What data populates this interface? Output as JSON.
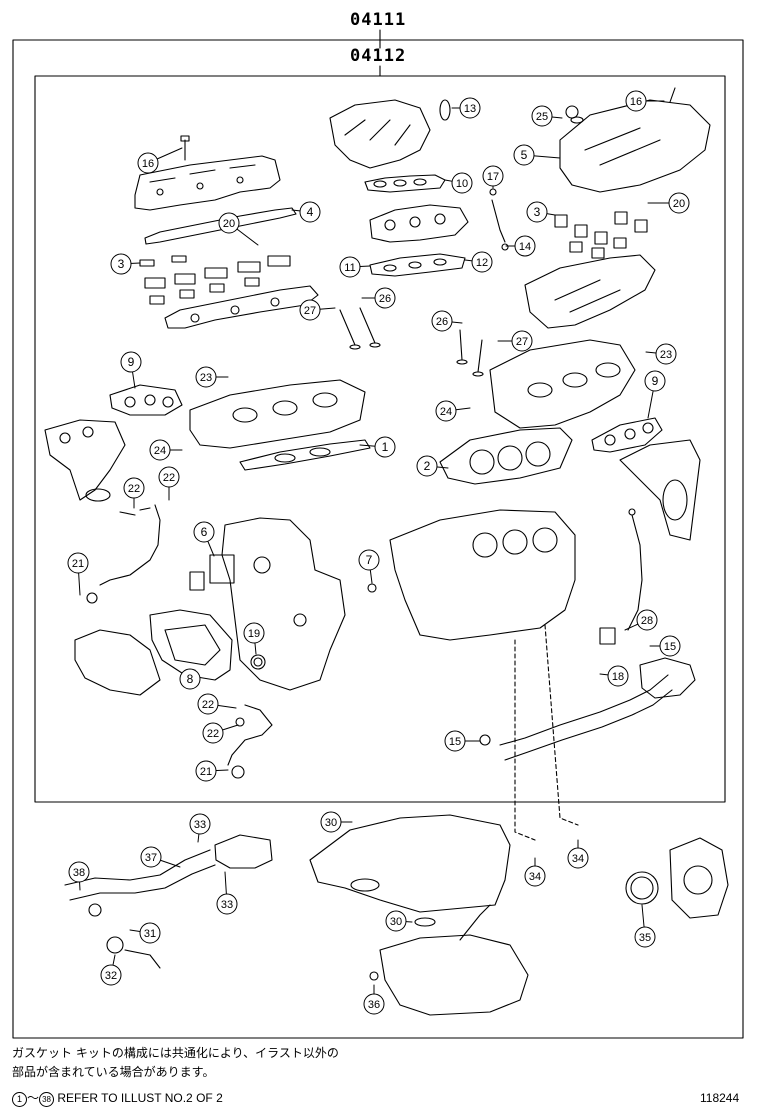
{
  "kits": {
    "outer_code": "04111",
    "inner_code": "04112"
  },
  "callouts": [
    {
      "id": "c1",
      "label": "1"
    },
    {
      "id": "c2",
      "label": "2"
    },
    {
      "id": "c3a",
      "label": "3"
    },
    {
      "id": "c3b",
      "label": "3"
    },
    {
      "id": "c4",
      "label": "4"
    },
    {
      "id": "c5",
      "label": "5"
    },
    {
      "id": "c6",
      "label": "6"
    },
    {
      "id": "c7",
      "label": "7"
    },
    {
      "id": "c8",
      "label": "8"
    },
    {
      "id": "c9a",
      "label": "9"
    },
    {
      "id": "c9b",
      "label": "9"
    },
    {
      "id": "c10",
      "label": "10"
    },
    {
      "id": "c11",
      "label": "11"
    },
    {
      "id": "c12",
      "label": "12"
    },
    {
      "id": "c13",
      "label": "13"
    },
    {
      "id": "c14",
      "label": "14"
    },
    {
      "id": "c15a",
      "label": "15"
    },
    {
      "id": "c15b",
      "label": "15"
    },
    {
      "id": "c16a",
      "label": "16"
    },
    {
      "id": "c16b",
      "label": "16"
    },
    {
      "id": "c17",
      "label": "17"
    },
    {
      "id": "c18",
      "label": "18"
    },
    {
      "id": "c19",
      "label": "19"
    },
    {
      "id": "c20a",
      "label": "20"
    },
    {
      "id": "c20b",
      "label": "20"
    },
    {
      "id": "c21a",
      "label": "21"
    },
    {
      "id": "c21b",
      "label": "21"
    },
    {
      "id": "c22a",
      "label": "22"
    },
    {
      "id": "c22b",
      "label": "22"
    },
    {
      "id": "c22c",
      "label": "22"
    },
    {
      "id": "c22d",
      "label": "22"
    },
    {
      "id": "c23a",
      "label": "23"
    },
    {
      "id": "c23b",
      "label": "23"
    },
    {
      "id": "c24a",
      "label": "24"
    },
    {
      "id": "c24b",
      "label": "24"
    },
    {
      "id": "c25",
      "label": "25"
    },
    {
      "id": "c26a",
      "label": "26"
    },
    {
      "id": "c26b",
      "label": "26"
    },
    {
      "id": "c27a",
      "label": "27"
    },
    {
      "id": "c27b",
      "label": "27"
    },
    {
      "id": "c28",
      "label": "28"
    },
    {
      "id": "c30a",
      "label": "30"
    },
    {
      "id": "c30b",
      "label": "30"
    },
    {
      "id": "c31",
      "label": "31"
    },
    {
      "id": "c32",
      "label": "32"
    },
    {
      "id": "c33a",
      "label": "33"
    },
    {
      "id": "c33b",
      "label": "33"
    },
    {
      "id": "c34a",
      "label": "34"
    },
    {
      "id": "c34b",
      "label": "34"
    },
    {
      "id": "c35",
      "label": "35"
    },
    {
      "id": "c36",
      "label": "36"
    },
    {
      "id": "c37",
      "label": "37"
    },
    {
      "id": "c38",
      "label": "38"
    }
  ],
  "footer": {
    "note_line1": "ガスケット キットの構成には共通化により、イラスト以外の",
    "note_line2": "部品が含まれている場合があります。",
    "ref_from": "1",
    "ref_to": "38",
    "ref_tilde": "～",
    "ref_text": "REFER TO ILLUST NO.2 OF 2",
    "catalog_number": "118244"
  }
}
